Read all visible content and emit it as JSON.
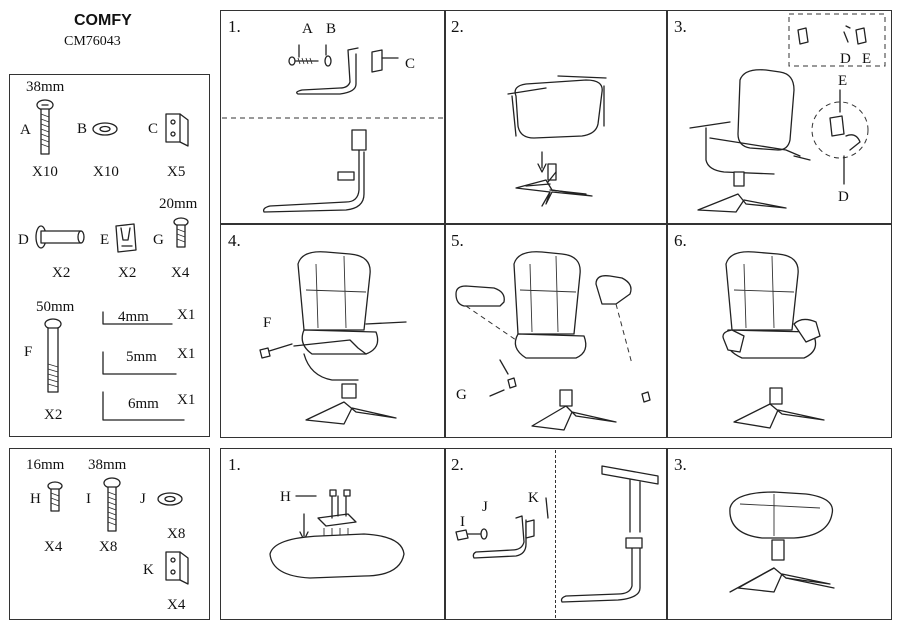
{
  "header": {
    "brand": "COMFY",
    "model": "CM76043"
  },
  "chair_parts": {
    "A": {
      "letter": "A",
      "size": "38mm",
      "qty": "X10"
    },
    "B": {
      "letter": "B",
      "qty": "X10"
    },
    "C": {
      "letter": "C",
      "qty": "X5"
    },
    "D": {
      "letter": "D",
      "qty": "X2"
    },
    "E": {
      "letter": "E",
      "qty": "X2"
    },
    "G": {
      "letter": "G",
      "size": "20mm",
      "qty": "X4"
    },
    "F": {
      "letter": "F",
      "size": "50mm",
      "qty": "X2"
    },
    "keys": [
      {
        "size": "4mm",
        "qty": "X1"
      },
      {
        "size": "5mm",
        "qty": "X1"
      },
      {
        "size": "6mm",
        "qty": "X1"
      }
    ]
  },
  "ottoman_parts": {
    "H": {
      "letter": "H",
      "size": "16mm",
      "qty": "X4"
    },
    "I": {
      "letter": "I",
      "size": "38mm",
      "qty": "X8"
    },
    "J": {
      "letter": "J",
      "qty": "X8"
    },
    "K": {
      "letter": "K",
      "qty": "X4"
    }
  },
  "chair_steps": [
    {
      "num": "1.",
      "labels": [
        "A",
        "B",
        "C"
      ]
    },
    {
      "num": "2."
    },
    {
      "num": "3.",
      "labels": [
        "E",
        "D",
        "D",
        "E"
      ]
    },
    {
      "num": "4.",
      "labels": [
        "F"
      ]
    },
    {
      "num": "5.",
      "labels": [
        "G"
      ]
    },
    {
      "num": "6."
    }
  ],
  "ottoman_steps": [
    {
      "num": "1.",
      "labels": [
        "H"
      ]
    },
    {
      "num": "2.",
      "labels": [
        "I",
        "J",
        "K"
      ]
    },
    {
      "num": "3."
    }
  ],
  "colors": {
    "line": "#222222",
    "background": "#ffffff"
  }
}
